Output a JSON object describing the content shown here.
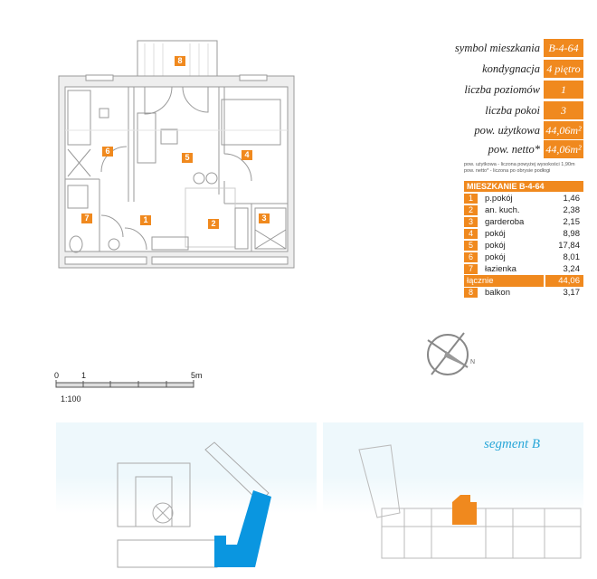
{
  "info": [
    {
      "label": "symbol mieszkania",
      "value": "B-4-64"
    },
    {
      "label": "kondygnacja",
      "value": "4 piętro"
    },
    {
      "label": "liczba poziomów",
      "value": "1"
    },
    {
      "label": "liczba pokoi",
      "value": "3"
    },
    {
      "label": "pow. użytkowa",
      "value": "44,06m²"
    },
    {
      "label": "pow. netto*",
      "value": "44,06m²"
    }
  ],
  "notes": [
    "pow. użytkowa - liczona powyżej wysokości 1,90m",
    "pow. netto* - liczona po obrysie podłogi"
  ],
  "table": {
    "title": "MIESZKANIE B-4-64",
    "rows": [
      {
        "num": "1",
        "name": "p.pokój",
        "area": "1,46"
      },
      {
        "num": "2",
        "name": "an. kuch.",
        "area": "2,38"
      },
      {
        "num": "3",
        "name": "garderoba",
        "area": "2,15"
      },
      {
        "num": "4",
        "name": "pokój",
        "area": "8,98"
      },
      {
        "num": "5",
        "name": "pokój",
        "area": "17,84"
      },
      {
        "num": "6",
        "name": "pokój",
        "area": "8,01"
      },
      {
        "num": "7",
        "name": "łazienka",
        "area": "3,24"
      }
    ],
    "total_label": "łącznie",
    "total_value": "44,06",
    "extra": {
      "num": "8",
      "name": "balkon",
      "area": "3,17"
    }
  },
  "room_labels": [
    "1",
    "2",
    "3",
    "4",
    "5",
    "6",
    "7",
    "8"
  ],
  "scale": {
    "ticks": [
      "0",
      "1",
      "5m"
    ],
    "ratio": "1:100"
  },
  "compass": {
    "label": "N"
  },
  "segment_label": "segment B",
  "colors": {
    "accent": "#f0891e",
    "highlight_blue": "#0a96e0",
    "segment_text": "#2aa7d8"
  }
}
